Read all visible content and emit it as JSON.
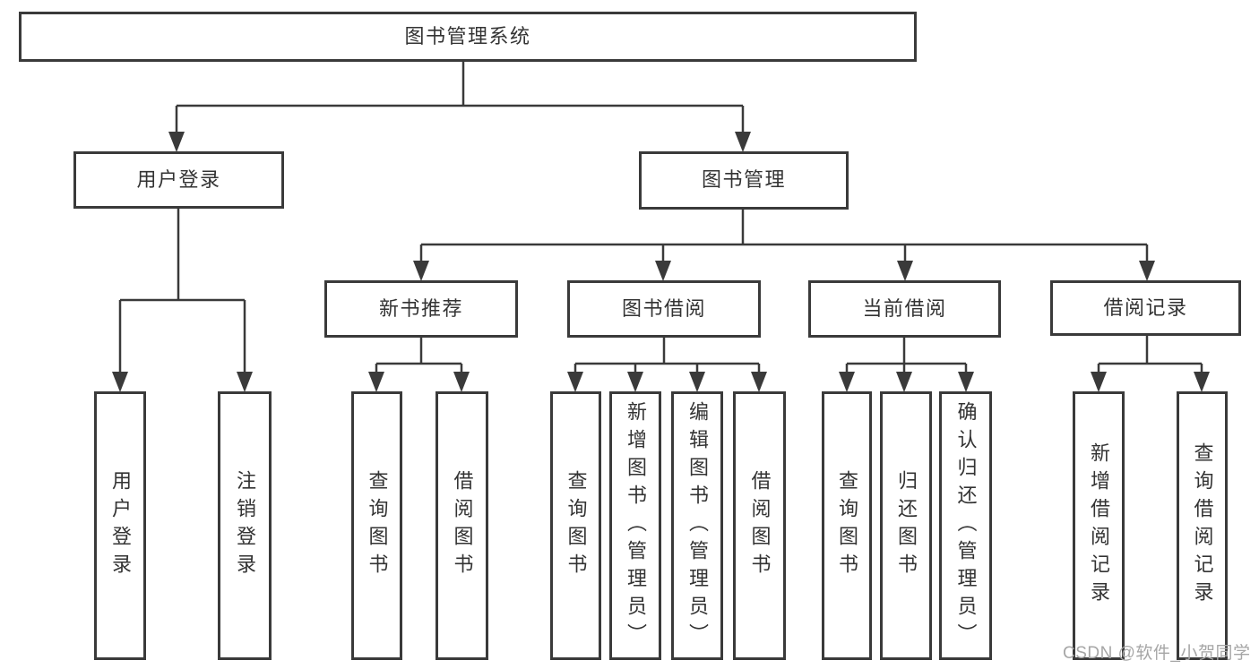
{
  "tree": {
    "root": "图书管理系统",
    "level2": [
      {
        "label": "用户登录",
        "children": [
          {
            "label": "用户登录"
          },
          {
            "label": "注销登录"
          }
        ]
      },
      {
        "label": "图书管理",
        "children": [
          {
            "label": "新书推荐",
            "children": [
              {
                "label": "查询图书"
              },
              {
                "label": "借阅图书"
              }
            ]
          },
          {
            "label": "图书借阅",
            "children": [
              {
                "label": "查询图书"
              },
              {
                "label": "新增图书（管理员）"
              },
              {
                "label": "编辑图书（管理员）"
              },
              {
                "label": "借阅图书"
              }
            ]
          },
          {
            "label": "当前借阅",
            "children": [
              {
                "label": "查询图书"
              },
              {
                "label": "归还图书"
              },
              {
                "label": "确认归还（管理员）"
              }
            ]
          },
          {
            "label": "借阅记录",
            "children": [
              {
                "label": "新增借阅记录"
              },
              {
                "label": "查询借阅记录"
              }
            ]
          }
        ]
      }
    ]
  },
  "watermark": "CSDN @软件_小贺同学",
  "colors": {
    "line": "#3a3a3a",
    "text": "#333333",
    "watermark": "#a6a6a6",
    "background": "#ffffff"
  }
}
